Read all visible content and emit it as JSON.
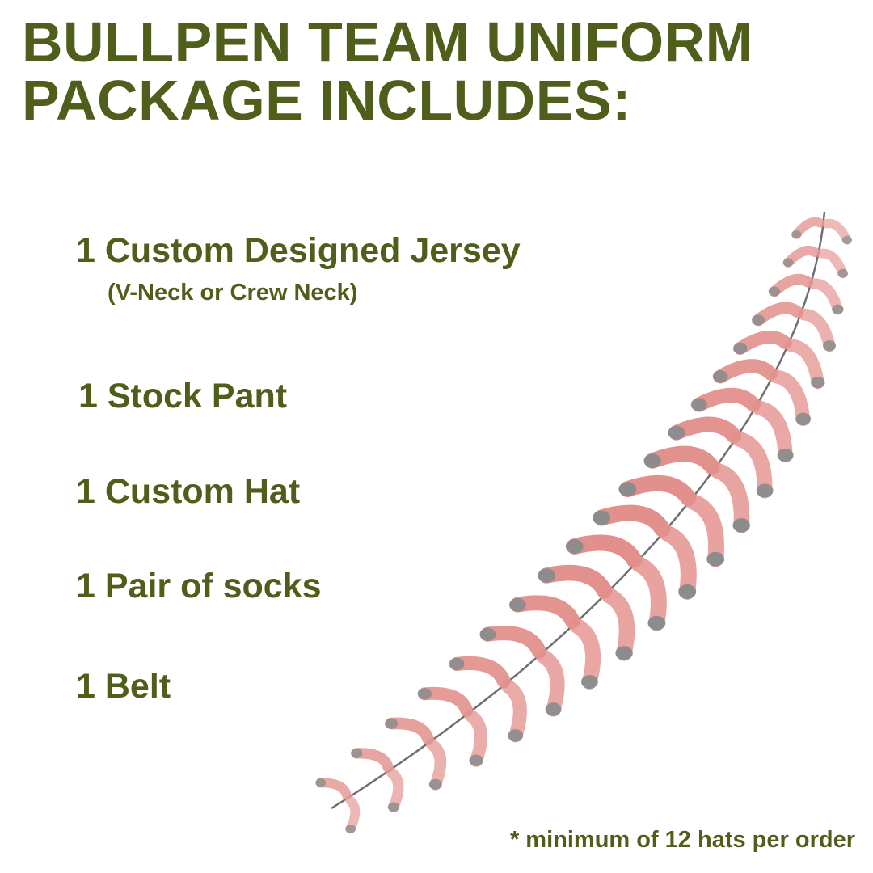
{
  "title": {
    "line1": "BULLPEN TEAM UNIFORM",
    "line2": "PACKAGE INCLUDES:"
  },
  "items": [
    {
      "label": "1 Custom Designed Jersey",
      "note": "(V-Neck or Crew Neck)"
    },
    {
      "label": "1 Stock Pant"
    },
    {
      "label": "1 Custom Hat"
    },
    {
      "label": "1 Pair of socks"
    },
    {
      "label": "1 Belt"
    }
  ],
  "footnote": "* minimum of 12 hats per order",
  "colors": {
    "text": "#4f5f1b",
    "stitch": "#e8a3a0",
    "stitch_dark": "#e2908c",
    "stitch_hole": "#8c8c8c",
    "seam_line": "#6f6f6f",
    "background": "#ffffff"
  },
  "decoration": "baseball-stitching"
}
